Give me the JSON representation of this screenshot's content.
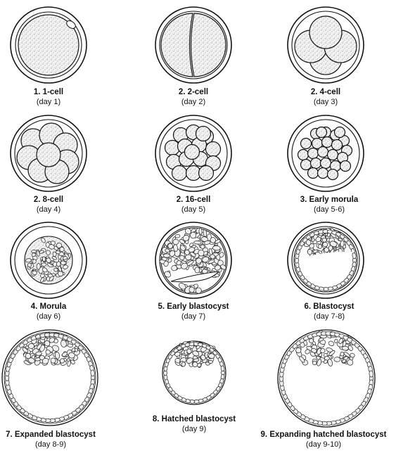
{
  "stages": [
    {
      "title": "1. 1-cell",
      "day": "(day 1)",
      "kind": "one-cell"
    },
    {
      "title": "2. 2-cell",
      "day": "(day 2)",
      "kind": "two-cell"
    },
    {
      "title": "2. 4-cell",
      "day": "(day 3)",
      "kind": "four-cell"
    },
    {
      "title": "2. 8-cell",
      "day": "(day 4)",
      "kind": "eight-cell"
    },
    {
      "title": "2. 16-cell",
      "day": "(day 5)",
      "kind": "sixteen-cell"
    },
    {
      "title": "3. Early morula",
      "day": "(day 5-6)",
      "kind": "early-morula"
    },
    {
      "title": "4. Morula",
      "day": "(day 6)",
      "kind": "morula"
    },
    {
      "title": "5. Early blastocyst",
      "day": "(day 7)",
      "kind": "early-blastocyst"
    },
    {
      "title": "6. Blastocyst",
      "day": "(day 7-8)",
      "kind": "blastocyst"
    },
    {
      "title": "7. Expanded blastocyst",
      "day": "(day 8-9)",
      "kind": "expanded-blastocyst"
    },
    {
      "title": "8. Hatched blastocyst",
      "day": "(day 9)",
      "kind": "hatched-blastocyst"
    },
    {
      "title": "9. Expanding hatched blastocyst",
      "day": "(day 9-10)",
      "kind": "expanding-hatched-blastocyst"
    }
  ]
}
